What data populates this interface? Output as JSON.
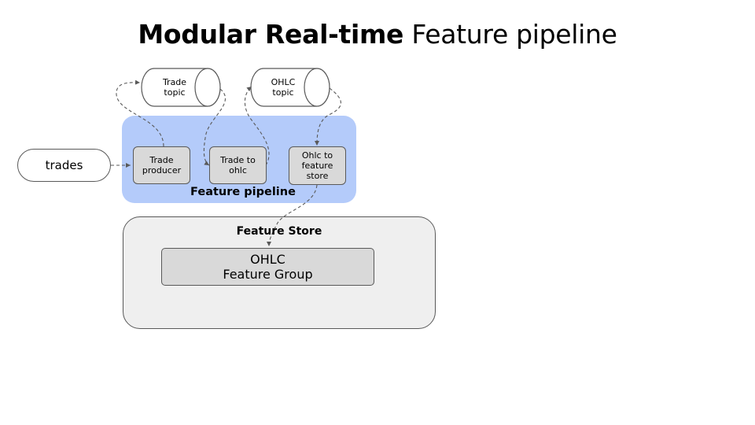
{
  "title": {
    "bold": "Modular Real-time",
    "regular": "Feature pipeline"
  },
  "pipeline": {
    "label": "Feature pipeline",
    "steps": {
      "trade_producer": "Trade\nproducer",
      "trade_to_ohlc": "Trade to\nohlc",
      "ohlc_to_feature_store": "Ohlc to\nfeature\nstore"
    }
  },
  "source": {
    "label": "trades"
  },
  "topics": {
    "trade_topic": "Trade\ntopic",
    "ohlc_topic": "OHLC\ntopic"
  },
  "feature_store": {
    "label": "Feature Store",
    "feature_group": "OHLC\nFeature Group"
  },
  "colors": {
    "pipeline_bg": "#b4cbfa",
    "store_bg": "#efefef",
    "node_bg": "#d9d9d9",
    "stroke": "#595959"
  }
}
